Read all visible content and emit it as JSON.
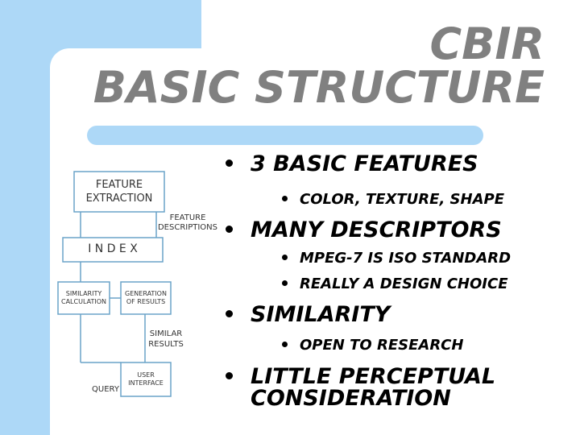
{
  "title": {
    "line1": "CBIR",
    "line2": "BASIC STRUCTURE"
  },
  "colors": {
    "accent": "#add8f7",
    "title": "#808080",
    "diagram_line": "#6aa3c8"
  },
  "bullets": [
    {
      "level": 1,
      "text": "3 BASIC FEATURES"
    },
    {
      "level": 2,
      "text": "COLOR, TEXTURE, SHAPE"
    },
    {
      "level": 1,
      "text": "MANY DESCRIPTORS"
    },
    {
      "level": 2,
      "text": "MPEG-7 IS ISO STANDARD"
    },
    {
      "level": 2,
      "text": "REALLY A DESIGN CHOICE"
    },
    {
      "level": 1,
      "text": "SIMILARITY"
    },
    {
      "level": 2,
      "text": "OPEN TO RESEARCH"
    },
    {
      "level": 1,
      "text": "LITTLE PERCEPTUAL\nCONSIDERATION"
    }
  ],
  "diagram": {
    "feature_extraction": "FEATURE\nEXTRACTION",
    "feature_descriptions": "FEATURE\nDESCRIPTIONS",
    "index": "I N D E X",
    "similarity_calculation": "SIMILARITY\nCALCULATION",
    "generation_of_results": "GENERATION\nOF RESULTS",
    "similar_results": "SIMILAR\nRESULTS",
    "user_interface": "USER\nINTERFACE",
    "query": "QUERY"
  }
}
